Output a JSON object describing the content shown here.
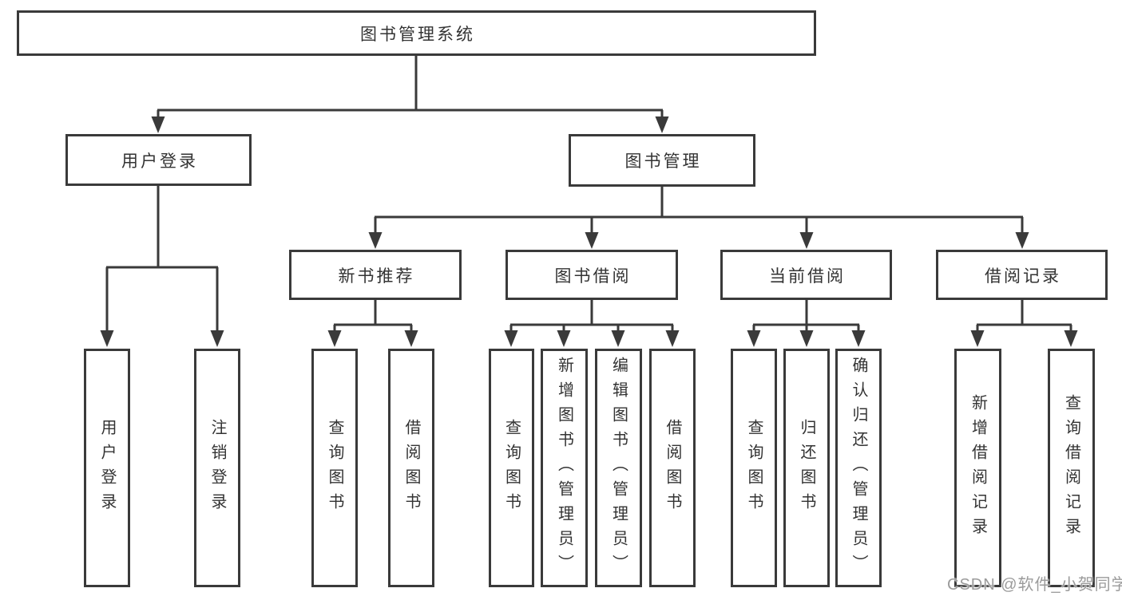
{
  "diagram": {
    "root": {
      "label": "图书管理系统"
    },
    "level2": [
      {
        "label": "用户登录"
      },
      {
        "label": "图书管理"
      }
    ],
    "level3": [
      {
        "label": "新书推荐"
      },
      {
        "label": "图书借阅"
      },
      {
        "label": "当前借阅"
      },
      {
        "label": "借阅记录"
      }
    ],
    "level4": [
      {
        "label": "用户登录"
      },
      {
        "label": "注销登录"
      },
      {
        "label": "查询图书"
      },
      {
        "label": "借阅图书"
      },
      {
        "label": "查询图书"
      },
      {
        "label": "新增图书（管理员）"
      },
      {
        "label": "编辑图书（管理员）"
      },
      {
        "label": "借阅图书"
      },
      {
        "label": "查询图书"
      },
      {
        "label": "归还图书"
      },
      {
        "label": "确认归还（管理员）"
      },
      {
        "label": "新增借阅记录"
      },
      {
        "label": "查询借阅记录"
      }
    ]
  },
  "watermark": {
    "text": "CSDN @软件_小贺同学"
  },
  "colors": {
    "line": "#3a3a3a",
    "text": "#333333",
    "watermark": "#9b9b9b",
    "background": "#ffffff"
  }
}
